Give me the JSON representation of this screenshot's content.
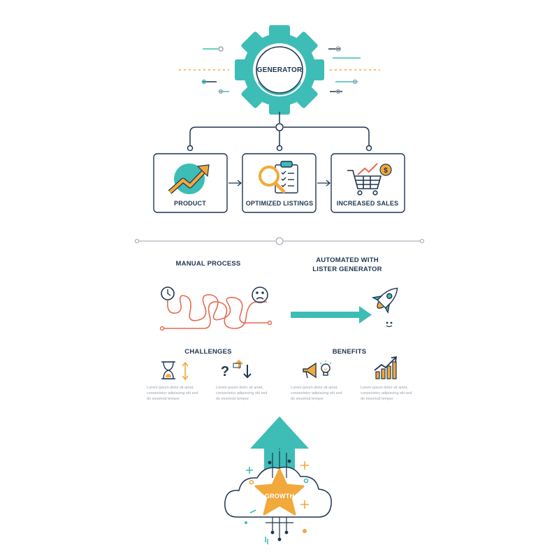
{
  "generator": {
    "label": "GENERATOR"
  },
  "flow": {
    "steps": [
      {
        "label": "PRODUCT",
        "icon": "trend-arrow-icon"
      },
      {
        "label": "OPTIMIZED LISTINGS",
        "icon": "magnifier-checklist-icon"
      },
      {
        "label": "INCREASED SALES",
        "icon": "shopping-cart-icon"
      }
    ]
  },
  "comparison": {
    "manual_title": "MANUAL PROCESS",
    "automated_title_line1": "AUTOMATED WITH",
    "automated_title_line2": "LISTER GENERATOR"
  },
  "challenges": {
    "title": "CHALLENGES",
    "items": [
      {
        "icon": "hourglass-icon",
        "text": "Lorem ipsum dolor sit amet, consectetur adipiscing elit sed do eiusmod tempor"
      },
      {
        "icon": "question-up-down-icon",
        "text": "Lorem ipsum dolor sit amet, consectetur adipiscing elit sed do eiusmod tempor"
      }
    ]
  },
  "benefits": {
    "title": "BENEFITS",
    "items": [
      {
        "icon": "megaphone-lightbulb-icon",
        "text": "Lorem ipsum dolor sit amet, consectetur adipiscing elit sed do eiusmod tempor"
      },
      {
        "icon": "rising-bars-icon",
        "text": "Lorem ipsum dolor sit amet, consectetur adipiscing elit sed do eiusmod tempor"
      }
    ]
  },
  "growth": {
    "label": "GROWTH"
  },
  "colors": {
    "teal": "#3dbdb6",
    "orange": "#f2a93b",
    "navy": "#1f3550",
    "red": "#e8694f"
  }
}
